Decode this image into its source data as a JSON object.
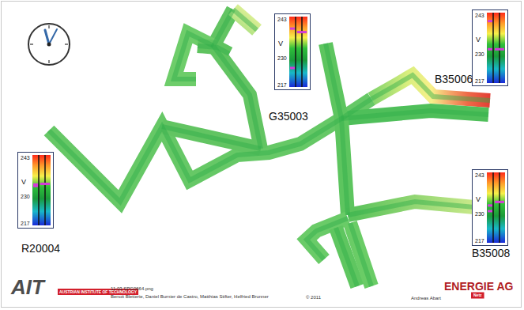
{
  "diagram": {
    "nodes": [
      {
        "text": [
          "243",
          "V",
          "230",
          "217",
          "G35003"
        ]
      },
      {
        "text": [
          "243",
          "V",
          "230",
          "217",
          "B35006"
        ]
      },
      {
        "text": [
          "243",
          "V",
          "230",
          "217",
          "R20004"
        ]
      },
      {
        "text": [
          "243",
          "V",
          "230",
          "217",
          "B35008"
        ]
      }
    ],
    "labels": [
      "AIT",
      "AUSTRIAN INSTITUTE OF TECHNOLOGY",
      "11:03 SPG0664.png",
      "Benoit Bletterie, Daniel Burnier de Castro, Matthias Stifter, Helfried Brunner",
      "© 2011",
      "Andreas Abart",
      "ENERGIE AG",
      "Netz"
    ]
  }
}
